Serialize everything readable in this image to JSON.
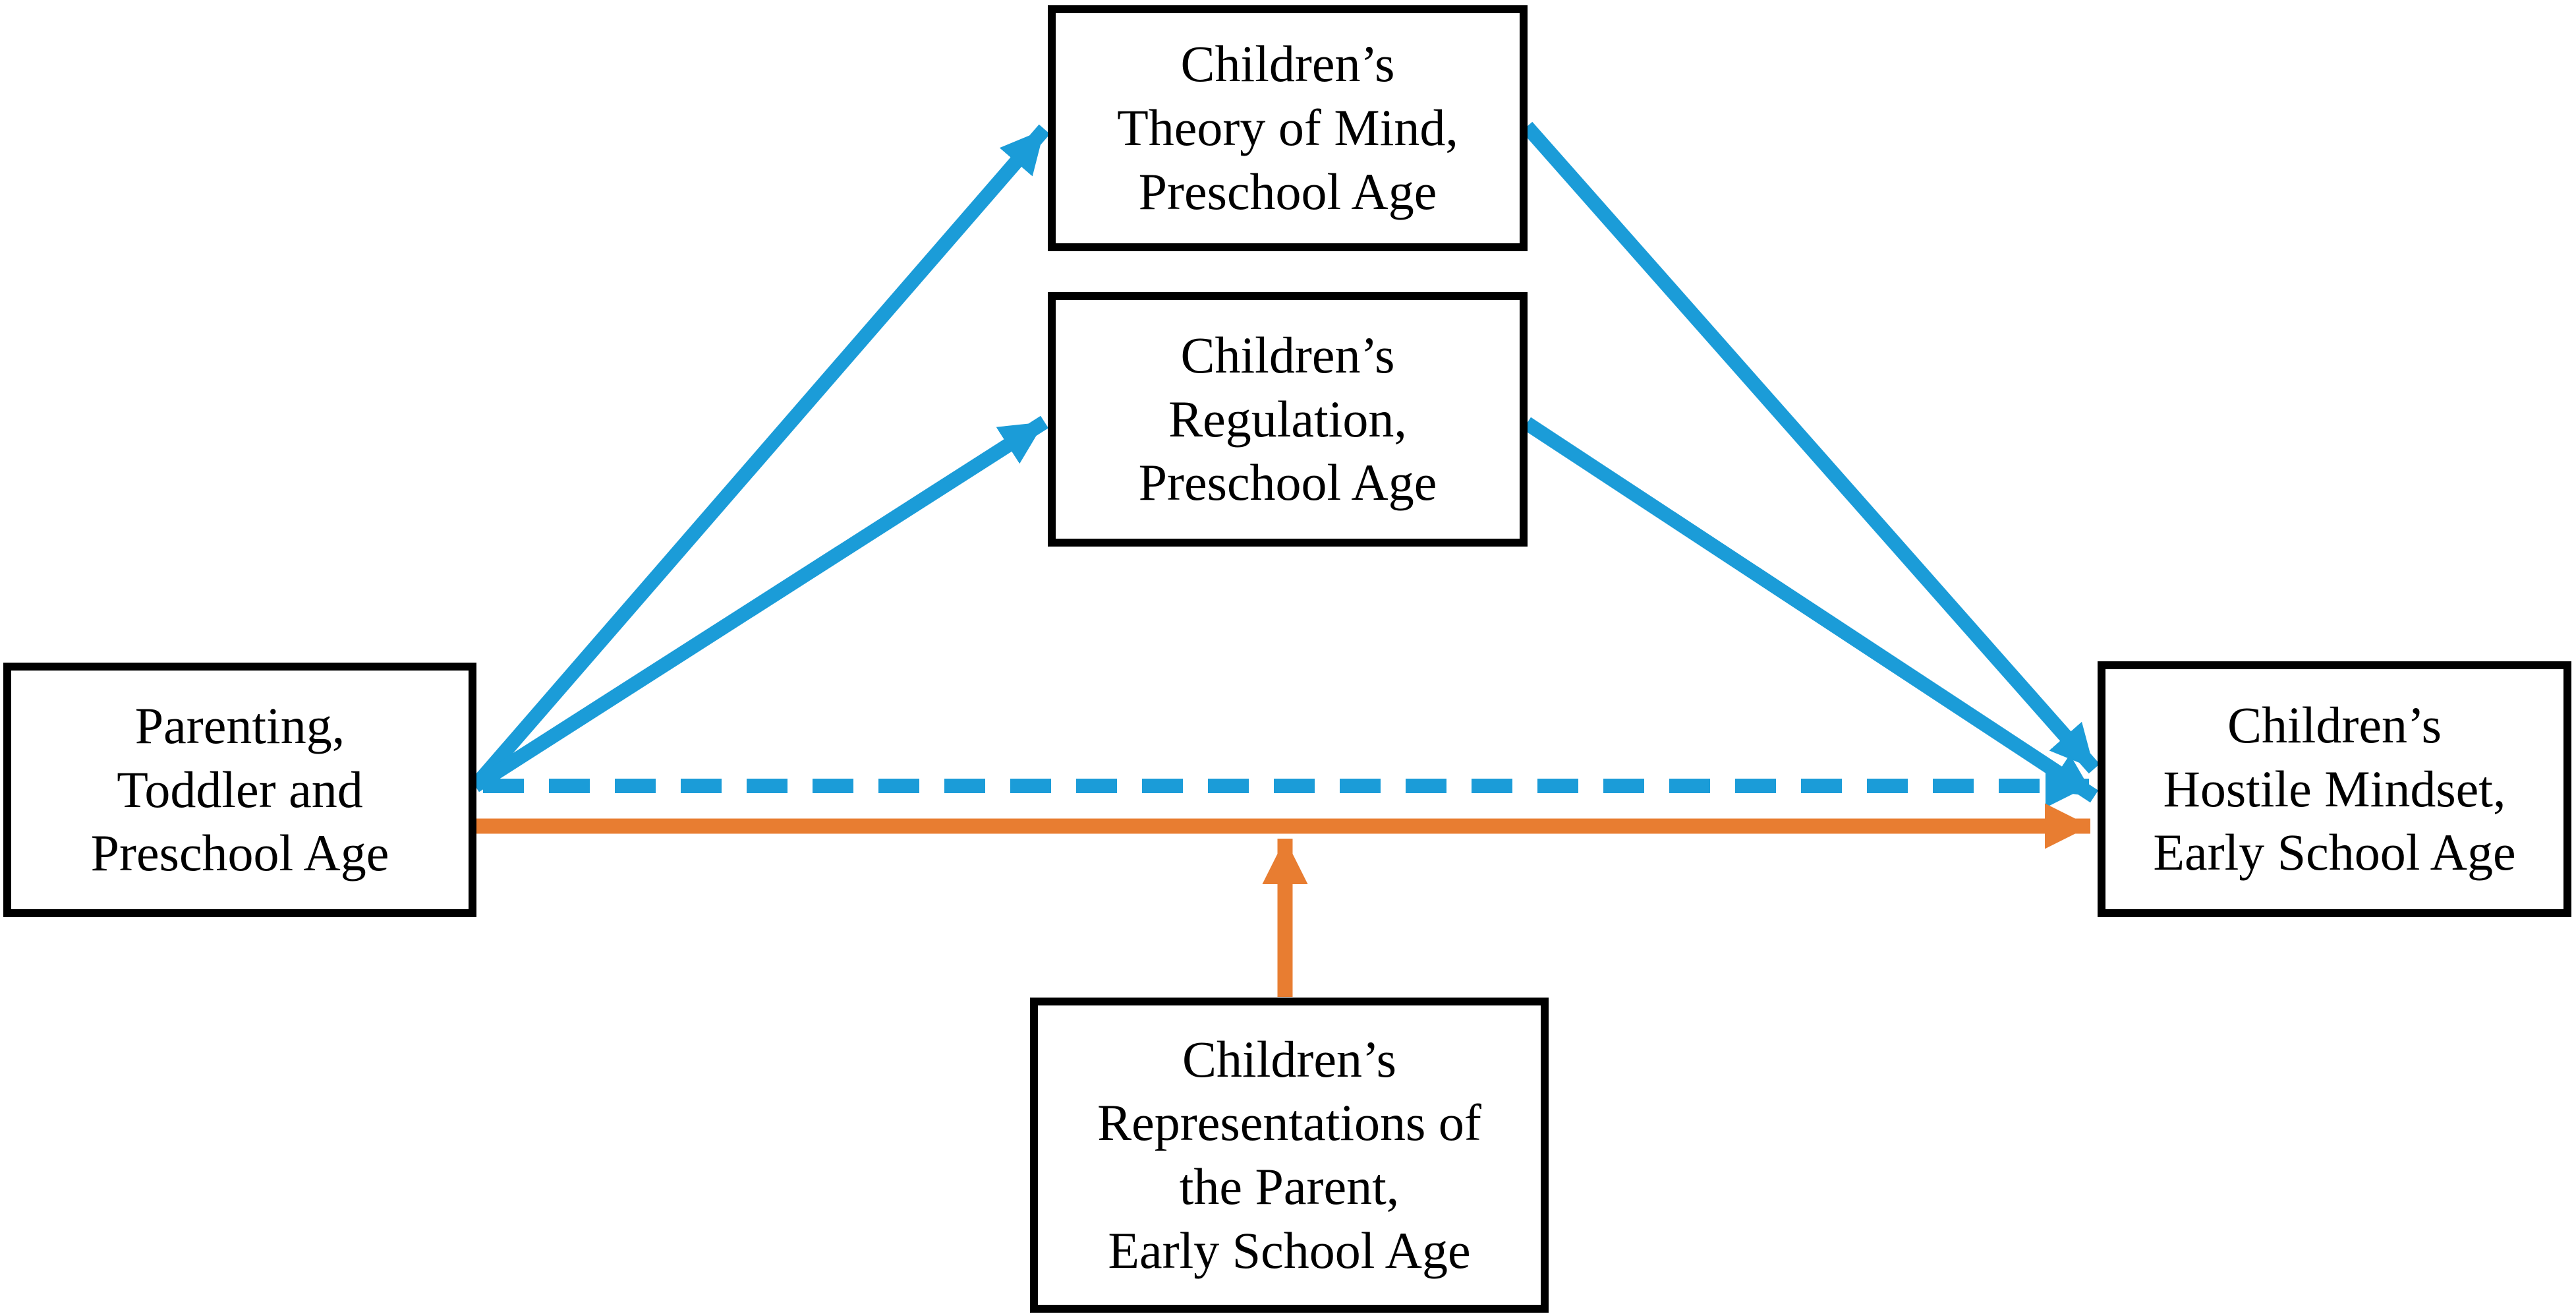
{
  "colors": {
    "blue": "#1B9CD8",
    "orange": "#E87D31",
    "border": "#000000",
    "background": "#FFFFFF",
    "text": "#000000"
  },
  "nodes": {
    "theory": {
      "label": "Children’s\nTheory of Mind,\nPreschool Age"
    },
    "regulation": {
      "label": "Children’s\nRegulation,\nPreschool Age"
    },
    "parenting": {
      "label": "Parenting,\nToddler and\nPreschool Age"
    },
    "hostile": {
      "label": "Children’s\nHostile Mindset,\nEarly School Age"
    },
    "representations": {
      "label": "Children’s\nRepresentations of\nthe Parent,\nEarly School Age"
    }
  },
  "edges": [
    {
      "from": "parenting",
      "to": "theory",
      "style": "solid",
      "color": "blue",
      "arrowhead": "end"
    },
    {
      "from": "parenting",
      "to": "regulation",
      "style": "solid",
      "color": "blue",
      "arrowhead": "end"
    },
    {
      "from": "theory",
      "to": "hostile",
      "style": "solid",
      "color": "blue",
      "arrowhead": "end"
    },
    {
      "from": "regulation",
      "to": "hostile",
      "style": "solid",
      "color": "blue",
      "arrowhead": "end"
    },
    {
      "from": "parenting",
      "to": "hostile",
      "style": "dashed",
      "color": "blue",
      "arrowhead": "end"
    },
    {
      "from": "parenting",
      "to": "hostile",
      "style": "solid",
      "color": "orange",
      "arrowhead": "end"
    },
    {
      "from": "representations",
      "to": "parenting-hostile-orange-edge",
      "style": "solid",
      "color": "orange",
      "arrowhead": "end"
    }
  ]
}
